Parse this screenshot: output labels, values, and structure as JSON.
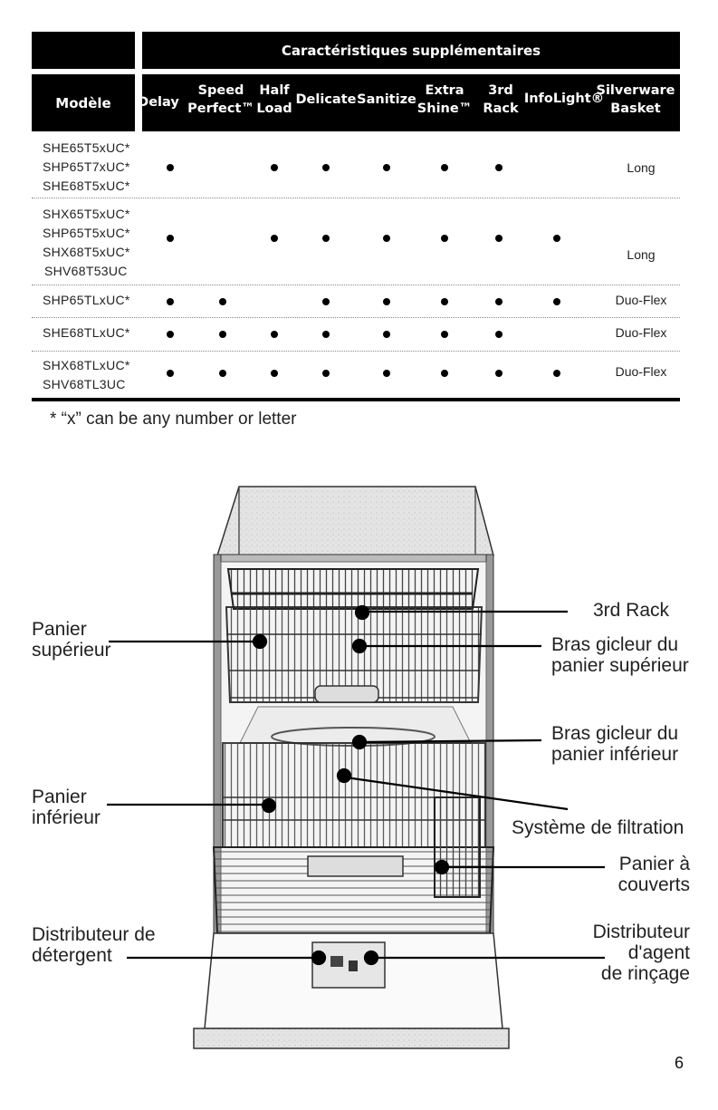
{
  "table": {
    "group_header": "Caractéristiques supplémentaires",
    "model_header": "Modèle",
    "features": [
      {
        "line1": "Delay",
        "line2": ""
      },
      {
        "line1": "Speed",
        "line2": "Perfect™"
      },
      {
        "line1": "Half",
        "line2": "Load"
      },
      {
        "line1": "Delicate",
        "line2": ""
      },
      {
        "line1": "Sanitize",
        "line2": ""
      },
      {
        "line1": "Extra",
        "line2": "Shine™"
      },
      {
        "line1": "3rd",
        "line2": "Rack"
      },
      {
        "line1": "InfoLight®",
        "line2": ""
      },
      {
        "line1": "Silverware",
        "line2": "Basket"
      }
    ],
    "rows": [
      {
        "models": [
          "SHE65T5xUC*",
          "SHP65T7xUC*",
          "SHE68T5xUC*"
        ],
        "marks": [
          1,
          0,
          1,
          1,
          1,
          1,
          1,
          0
        ],
        "basket": "Long"
      },
      {
        "models": [
          "SHX65T5xUC*",
          "SHP65T5xUC*",
          "SHX68T5xUC*",
          "SHV68T53UC"
        ],
        "marks": [
          1,
          0,
          1,
          1,
          1,
          1,
          1,
          1
        ],
        "basket": "Long"
      },
      {
        "models": [
          "SHP65TLxUC*"
        ],
        "marks": [
          1,
          1,
          0,
          1,
          1,
          1,
          1,
          1
        ],
        "basket": "Duo-Flex"
      },
      {
        "models": [
          "SHE68TLxUC*"
        ],
        "marks": [
          1,
          1,
          1,
          1,
          1,
          1,
          1,
          0
        ],
        "basket": "Duo-Flex"
      },
      {
        "models": [
          "SHX68TLxUC*",
          "SHV68TL3UC"
        ],
        "marks": [
          1,
          1,
          1,
          1,
          1,
          1,
          1,
          1
        ],
        "basket": "Duo-Flex"
      }
    ],
    "footnote": "* “x” can be any number or letter"
  },
  "callouts": {
    "panier_superieur": [
      "Panier",
      "supérieur"
    ],
    "third_rack": [
      "3rd Rack"
    ],
    "bras_superieur": [
      "Bras gicleur du",
      "panier supérieur"
    ],
    "bras_inferieur": [
      "Bras gicleur du",
      "panier inférieur"
    ],
    "panier_inferieur": [
      "Panier",
      "inférieur"
    ],
    "filtration": [
      "Système de filtration"
    ],
    "panier_couverts": [
      "Panier à",
      "couverts"
    ],
    "distributeur_detergent": [
      "Distributeur de",
      "détergent"
    ],
    "distributeur_rincage": [
      "Distributeur",
      "d'agent",
      "de rinçage"
    ]
  },
  "page_number": "6"
}
